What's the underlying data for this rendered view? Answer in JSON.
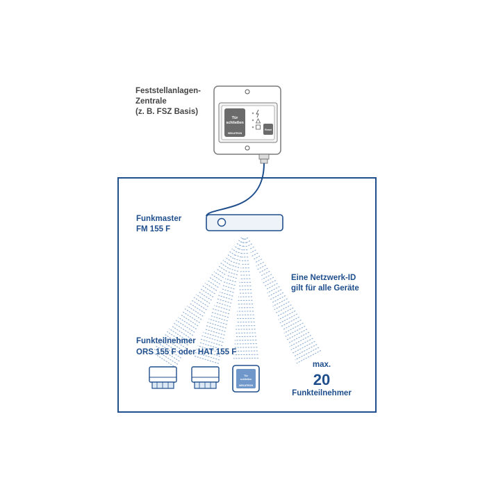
{
  "zentrale": {
    "label_line1": "Feststellanlagen-",
    "label_line2": "Zentrale",
    "label_line3": "(z. B. FSZ Basis)",
    "button_line1": "Tür",
    "button_line2": "schließen",
    "brand": "HEKATRON",
    "small_button": "Reset"
  },
  "funkmaster": {
    "label_line1": "Funkmaster",
    "label_line2": "FM 155 F"
  },
  "netzwerk": {
    "line1": "Eine Netzwerk-ID",
    "line2": "gilt für alle Geräte"
  },
  "teilnehmer": {
    "line1": "Funkteilnehmer",
    "line2": "ORS 155 F oder HAT 155 F",
    "hat_button_line1": "Tür",
    "hat_button_line2": "schließen",
    "hat_brand": "HEKATRON"
  },
  "max": {
    "line1": "max.",
    "number": "20",
    "line2": "Funkteilnehmer"
  },
  "colors": {
    "frame": "#1f4e8c",
    "label_dark": "#444444",
    "label_blue": "#1f4e8c",
    "device_light": "#eef3f9",
    "wave": "#8faed4"
  }
}
